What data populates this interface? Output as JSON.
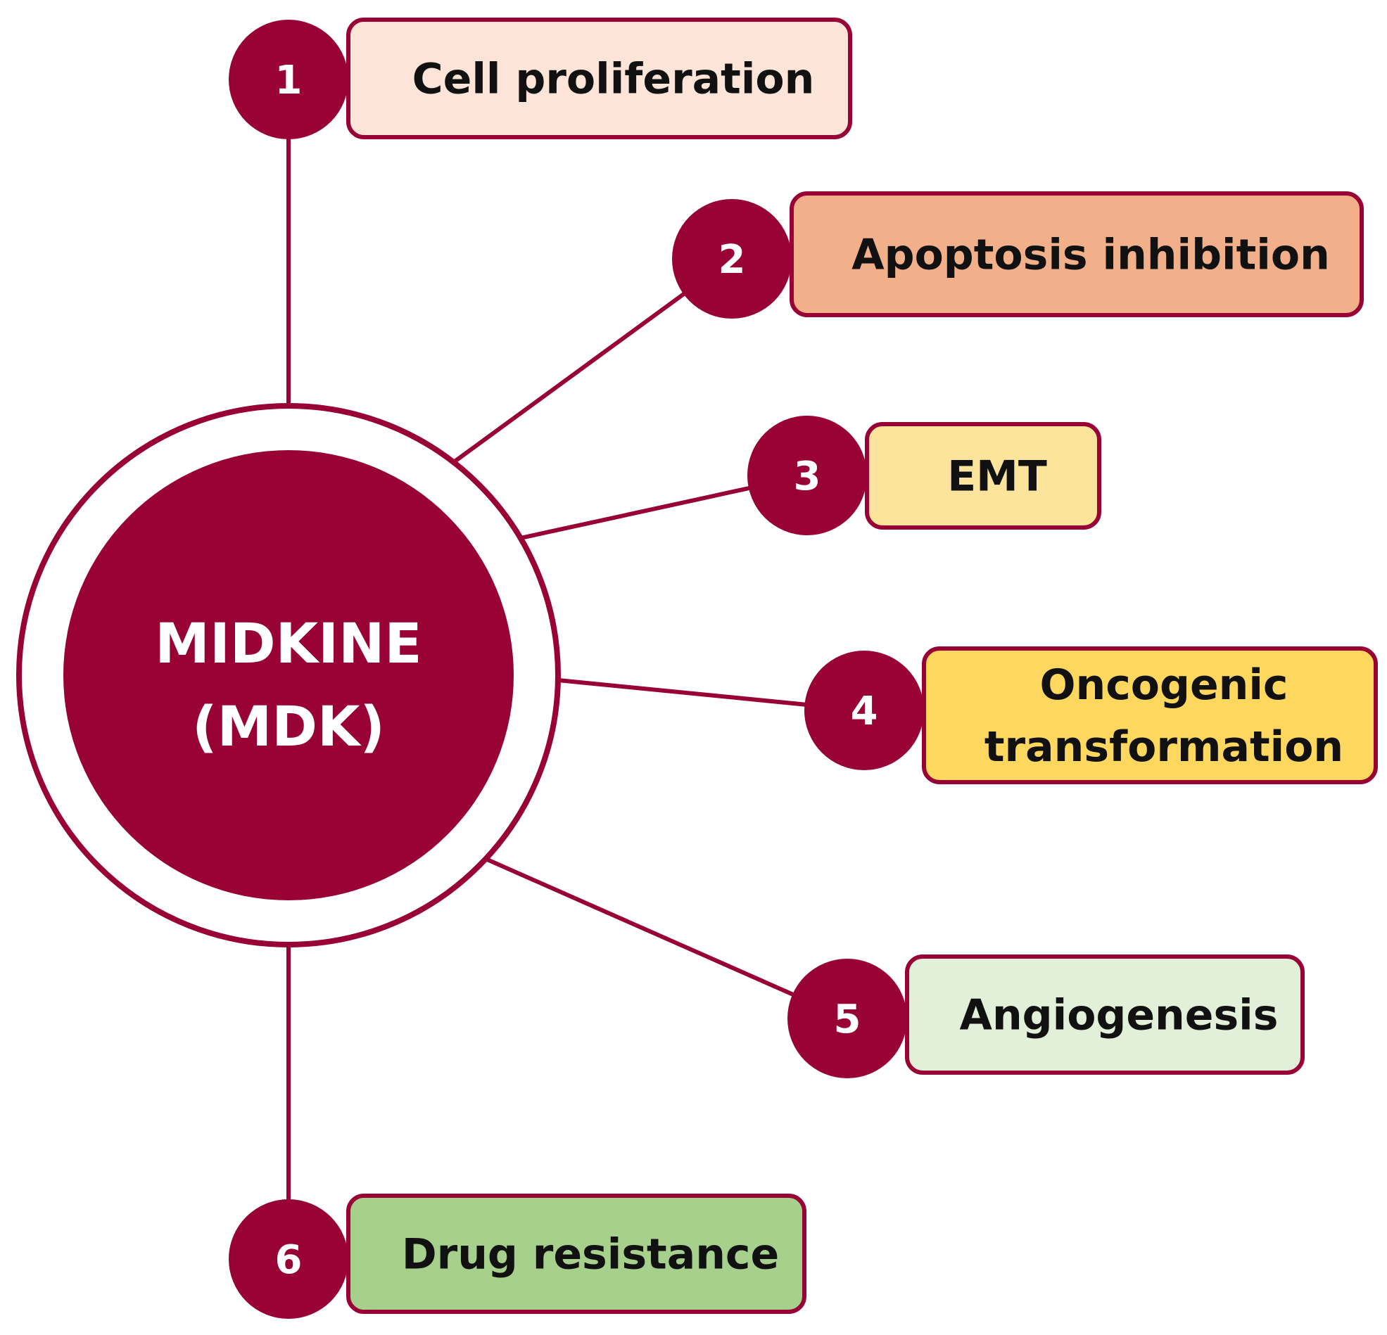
{
  "colors": {
    "accent": "#980234",
    "background": "#ffffff",
    "label_text": "#111111",
    "number_text": "#ffffff"
  },
  "center": {
    "line1": "MIDKINE",
    "line2": "(MDK)"
  },
  "items": [
    {
      "number": "1",
      "lines": [
        "Cell proliferation"
      ],
      "fill": "#fce5d8"
    },
    {
      "number": "2",
      "lines": [
        "Apoptosis inhibition"
      ],
      "fill": "#f2b08a"
    },
    {
      "number": "3",
      "lines": [
        "EMT"
      ],
      "fill": "#fde49c"
    },
    {
      "number": "4",
      "lines": [
        "Oncogenic",
        "transformation"
      ],
      "fill": "#fed75f"
    },
    {
      "number": "5",
      "lines": [
        "Angiogenesis"
      ],
      "fill": "#e2f0d9"
    },
    {
      "number": "6",
      "lines": [
        "Drug resistance"
      ],
      "fill": "#a8d08d"
    }
  ]
}
